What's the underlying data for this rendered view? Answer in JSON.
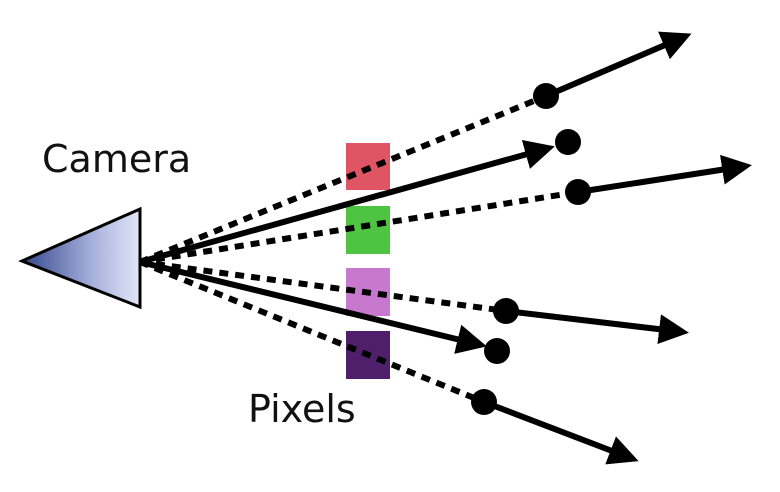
{
  "labels": {
    "camera": "Camera",
    "pixels": "Pixels"
  },
  "colors": {
    "ray": "#000000",
    "camera_dark": "#33478c",
    "camera_light": "#dfe3f6",
    "pixels": [
      "#e05563",
      "#4fc442",
      "#c878cf",
      "#4f1f6b"
    ]
  },
  "elements": {
    "camera_icon": "camera-triangle-icon",
    "ray_styles": [
      "dotted-line-with-dot-and-arrow",
      "solid-arrow-with-dot"
    ]
  }
}
